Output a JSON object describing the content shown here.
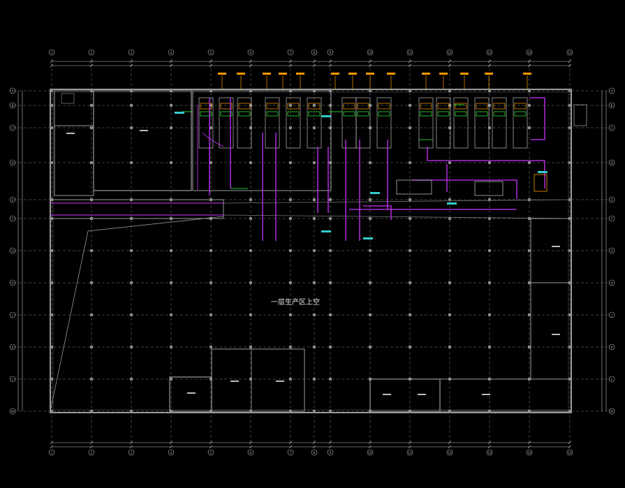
{
  "drawing": {
    "center_label": "一层生产区上空",
    "colors": {
      "background": "#000000",
      "grid": "#7f7f7f",
      "wall": "#9a9a9a",
      "duct": "#cc33ff",
      "pipe_green": "#33ff33",
      "label_orange": "#ff9900",
      "label_cyan": "#33cccc",
      "dim": "#bfbfbf"
    },
    "column_axes": [
      "1",
      "2",
      "3",
      "4",
      "5",
      "6",
      "7",
      "8",
      "9",
      "10",
      "11",
      "12",
      "13",
      "14",
      "15"
    ],
    "row_axes": [
      "A",
      "B",
      "C",
      "D",
      "E",
      "F",
      "G",
      "H",
      "J",
      "K",
      "L",
      "M"
    ]
  }
}
